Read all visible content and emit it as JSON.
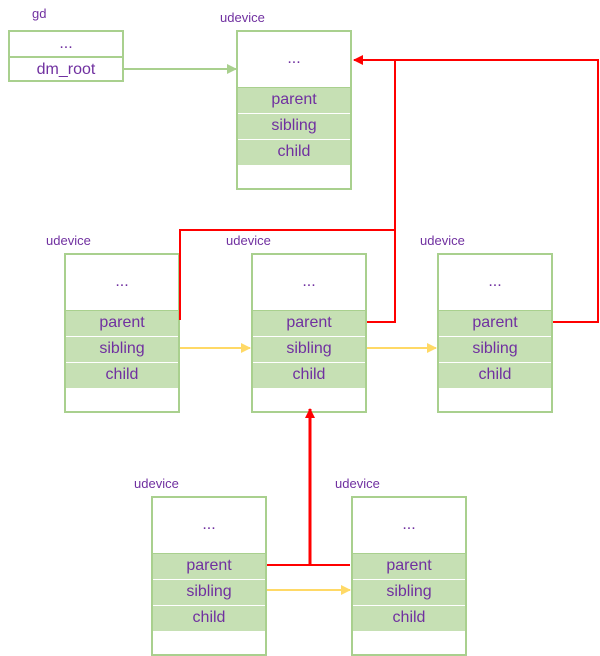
{
  "gd": {
    "label": "gd",
    "rows": [
      "...",
      "dm_root"
    ]
  },
  "udevice": {
    "label": "udevice",
    "top": "...",
    "fields": [
      "parent",
      "sibling",
      "child"
    ]
  },
  "colors": {
    "parent_arrow": "#ff0000",
    "sibling_arrow": "#ffd966",
    "root_arrow": "#a9d08e",
    "box_fill": "#c6e0b4",
    "text": "#7030a0"
  }
}
